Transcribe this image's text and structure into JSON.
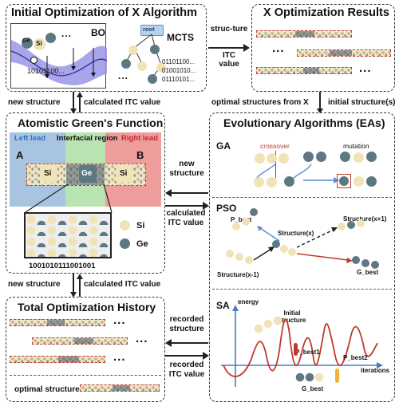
{
  "panels": {
    "initial": {
      "title": "Initial Optimization of X Algorithm",
      "bo": "BO",
      "mcts": "MCTS",
      "root": "root",
      "binary_bo": "10101100...",
      "binary_mcts": [
        "01101100...",
        "01001010...",
        "01110101..."
      ],
      "si": "Si",
      "ge": "Ge",
      "dots": "..."
    },
    "results": {
      "title": "X Optimization Results",
      "dots": "..."
    },
    "agf": {
      "title": "Atomistic Green's Function",
      "left_lead": "Left lead",
      "interfacial": "Interfacial region",
      "right_lead": "Right lead",
      "a": "A",
      "b": "B",
      "si": "Si",
      "ge": "Ge",
      "legend_si": "Si",
      "legend_ge": "Ge",
      "binary": "1001010111001001"
    },
    "history": {
      "title": "Total Optimization History",
      "dots": "...",
      "optimal": "optimal structure"
    },
    "ea": {
      "title": "Evolutionary Algorithms (EAs)",
      "ga": "GA",
      "crossover": "crossover",
      "mutation": "mutation",
      "pso": "PSO",
      "p_best": "P_best",
      "structure_x": "Structure(x)",
      "structure_x1": "Structure(x+1)",
      "structure_xm1": "Structure(x-1)",
      "g_best": "G_best",
      "sa": "SA",
      "energy": "energy",
      "initial_structure": "Initial structure",
      "p_best1": "P_best1",
      "p_best2": "P_best2",
      "iterations": "iterations",
      "g_best_sa": "G_best"
    }
  },
  "arrows": {
    "structure": "struc-ture",
    "itc_value": "ITC value",
    "new_structure": "new structure",
    "calculated_itc": "calculated ITC value",
    "optimal_from_x": "optimal structures from X",
    "initial_structures": "initial structure(s)",
    "new_structure_2": "new structure",
    "calc_itc_2": "calculated ITC value",
    "new_structure_3": "new structure",
    "calculated_itc_3": "calculated ITC value",
    "recorded_structure": "recorded structure",
    "recorded_itc": "recorded ITC value"
  },
  "colors": {
    "si_atom": "#f1e3b8",
    "ge_atom": "#5d7882",
    "left_lead_bg": "#a9c4e0",
    "interfacial_bg": "#b9e3b1",
    "right_lead_bg": "#ee9c9c",
    "curve": "#c0392b",
    "arrow": "#222222"
  }
}
